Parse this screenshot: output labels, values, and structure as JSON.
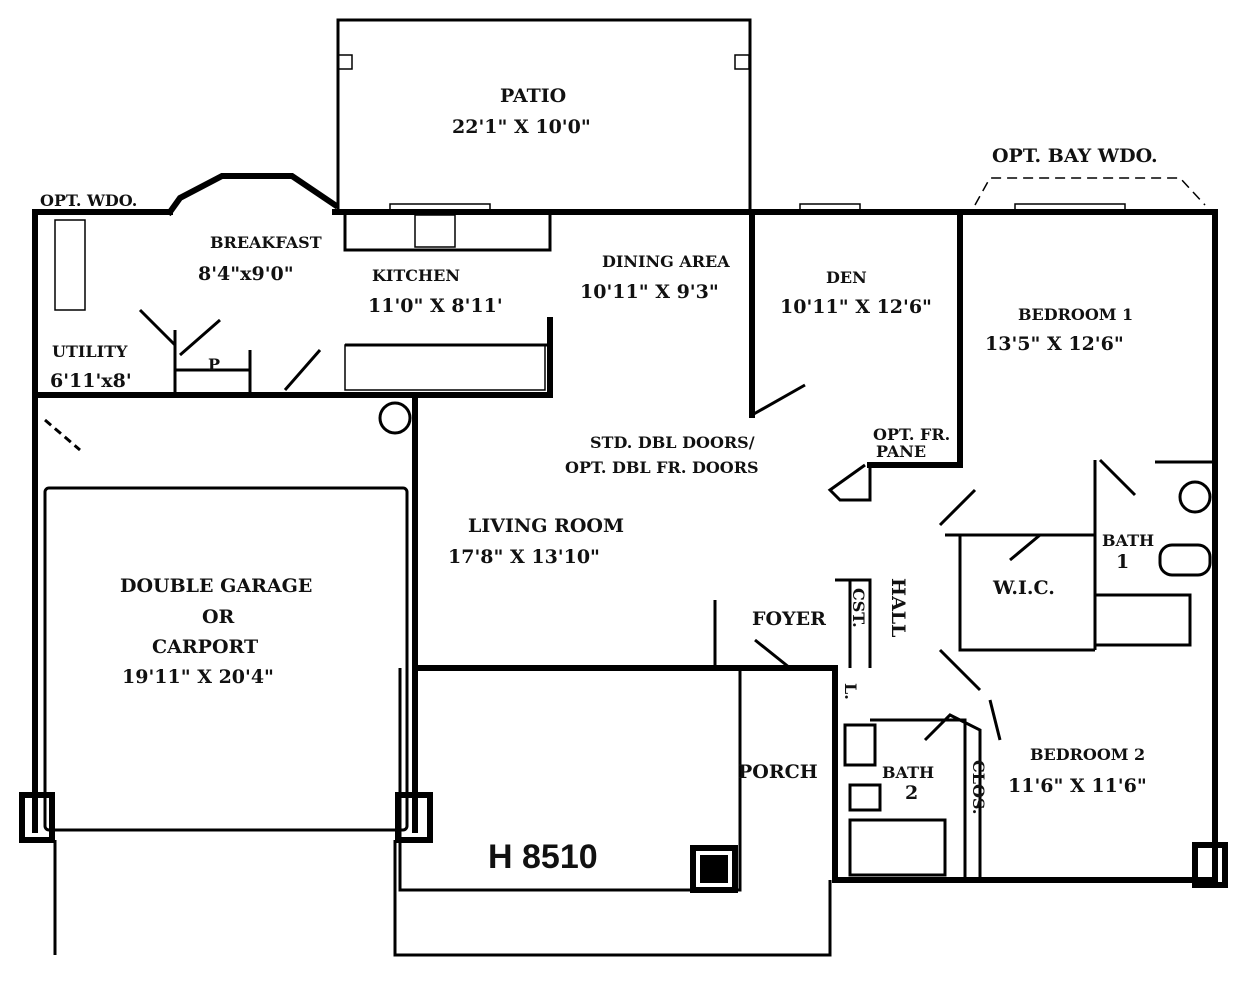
{
  "plan_id": "H 8510",
  "rooms": {
    "patio": {
      "name": "PATIO",
      "size": "22'1\" X 10'0\""
    },
    "opt_bay_wdo": "OPT. BAY WDO.",
    "opt_wdo": "OPT. WDO.",
    "breakfast": {
      "name": "BREAKFAST",
      "size": "8'4\"x9'0\""
    },
    "kitchen": {
      "name": "KITCHEN",
      "size": "11'0\" X 8'11'"
    },
    "dining": {
      "name": "DINING AREA",
      "size": "10'11\" X 9'3\""
    },
    "den": {
      "name": "DEN",
      "size": "10'11\" X 12'6\""
    },
    "bedroom1": {
      "name": "BEDROOM 1",
      "size": "13'5\" X 12'6\""
    },
    "utility": {
      "name": "UTILITY",
      "size": "6'11'x8'"
    },
    "pantry": "P",
    "doors_note": {
      "line1": "STD. DBL DOORS/",
      "line2": "OPT. DBL FR. DOORS"
    },
    "opt_fr_pane": {
      "line1": "OPT. FR.",
      "line2": "PANE"
    },
    "living": {
      "name": "LIVING ROOM",
      "size": "17'8\" X 13'10\""
    },
    "garage": {
      "line1": "DOUBLE GARAGE",
      "line2": "OR",
      "line3": "CARPORT",
      "size": "19'11\" X 20'4\""
    },
    "foyer": "FOYER",
    "closet_hall": "CST.",
    "hall": "HALL",
    "wic": "W.I.C.",
    "bath1": {
      "name": "BATH",
      "num": "1"
    },
    "linen": "L.",
    "bath2": {
      "name": "BATH",
      "num": "2"
    },
    "clos": "CLOS.",
    "bedroom2": {
      "name": "BEDROOM 2",
      "size": "11'6\" X 11'6\""
    },
    "porch": "PORCH"
  }
}
